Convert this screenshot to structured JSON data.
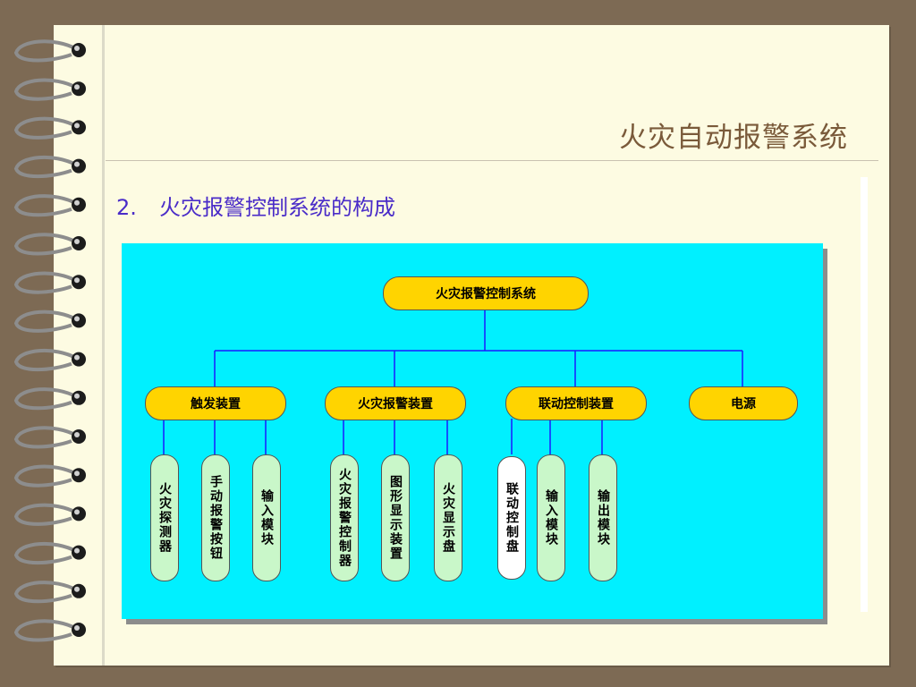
{
  "slide": {
    "title": "火灾自动报警系统",
    "subtitle_number": "2.",
    "subtitle_text": "火灾报警控制系统的构成"
  },
  "diagram": {
    "root": "火灾报警控制系统",
    "groups": [
      {
        "label": "触发装置",
        "children": [
          "火灾探测器",
          "手动报警按钮",
          "输入模块"
        ]
      },
      {
        "label": "火灾报警装置",
        "children": [
          "火灾报警控制器",
          "图形显示装置",
          "火灾显示盘"
        ]
      },
      {
        "label": "联动控制装置",
        "children": [
          "联动控制盘",
          "输入模块",
          "输出模块"
        ]
      },
      {
        "label": "电源",
        "children": []
      }
    ]
  },
  "colors": {
    "background": "#7d6a54",
    "paper": "#fdfbe2",
    "title": "#7a5a3a",
    "subtitle": "#4a2cc8",
    "diagram_bg": "#00f0ff",
    "node_yellow": "#ffd400",
    "node_green": "#c9f7c9",
    "connector": "#1a1aff"
  }
}
